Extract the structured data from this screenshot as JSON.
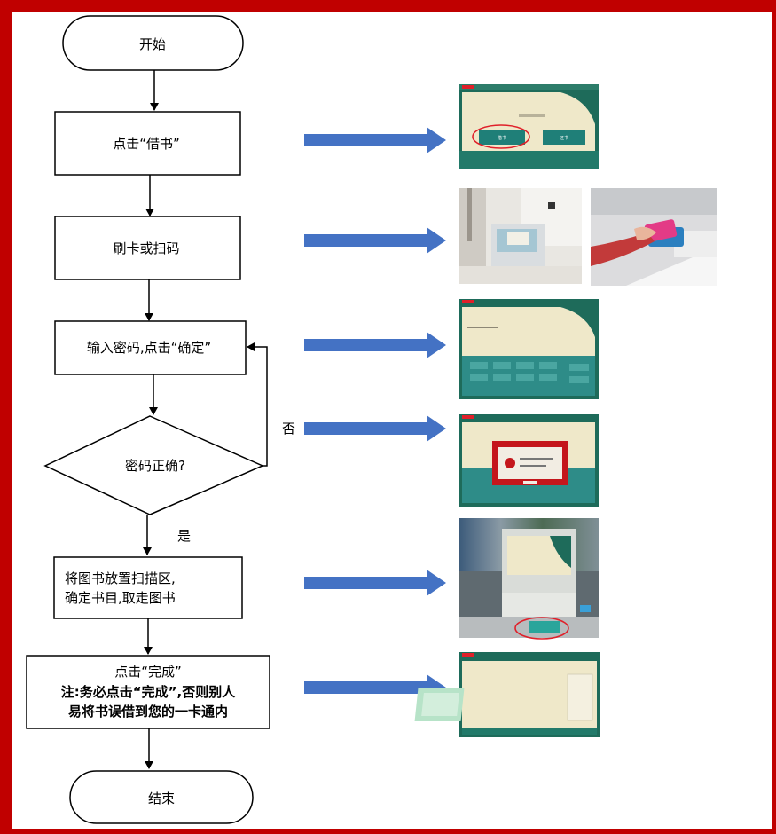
{
  "flow": {
    "start": "开始",
    "step_borrow": "点击“借书”",
    "step_card": "刷卡或扫码",
    "step_password": "输入密码,点击“确定”",
    "decision": "密码正确?",
    "no_label": "否",
    "yes_label": "是",
    "step_scan_line1": "将图书放置扫描区,",
    "step_scan_line2": "确定书目,取走图书",
    "step_finish_line1": "点击“完成”",
    "step_finish_line2": "注:务必点击“完成”,否则别人",
    "step_finish_line3": "易将书误借到您的一卡通内",
    "end": "结束"
  },
  "screens": {
    "borrow_button": "借书",
    "return_button": "还书"
  },
  "colors": {
    "frame": "#c00000",
    "arrow": "#4472c4",
    "screen_green": "#1e6b5a",
    "screen_cream": "#efe8c9",
    "keypad_teal": "#2e8c88",
    "highlight_red": "#e0202a",
    "warning_red": "#c4161c"
  }
}
